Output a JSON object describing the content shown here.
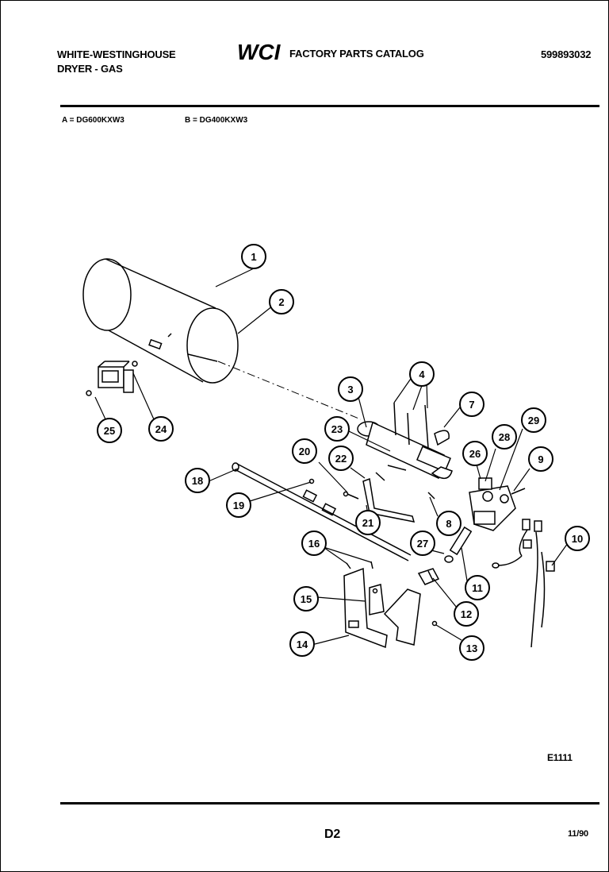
{
  "header": {
    "brand_line1": "WHITE-WESTINGHOUSE",
    "brand_line2": "DRYER - GAS",
    "logo_text": "WCI",
    "catalog_title": "FACTORY PARTS CATALOG",
    "document_number": "599893032"
  },
  "models": {
    "model_a": "A = DG600KXW3",
    "model_b": "B = DG400KXW3"
  },
  "callouts": {
    "c1": "1",
    "c2": "2",
    "c3": "3",
    "c4": "4",
    "c7": "7",
    "c8": "8",
    "c9": "9",
    "c10": "10",
    "c11": "11",
    "c12": "12",
    "c13": "13",
    "c14": "14",
    "c15": "15",
    "c16": "16",
    "c18": "18",
    "c19": "19",
    "c20": "20",
    "c21": "21",
    "c22": "22",
    "c23": "23",
    "c24": "24",
    "c25": "25",
    "c26": "26",
    "c27": "27",
    "c28": "28",
    "c29": "29"
  },
  "footer": {
    "illustration_code": "E1111",
    "page_code": "D2",
    "date_code": "11/90"
  }
}
